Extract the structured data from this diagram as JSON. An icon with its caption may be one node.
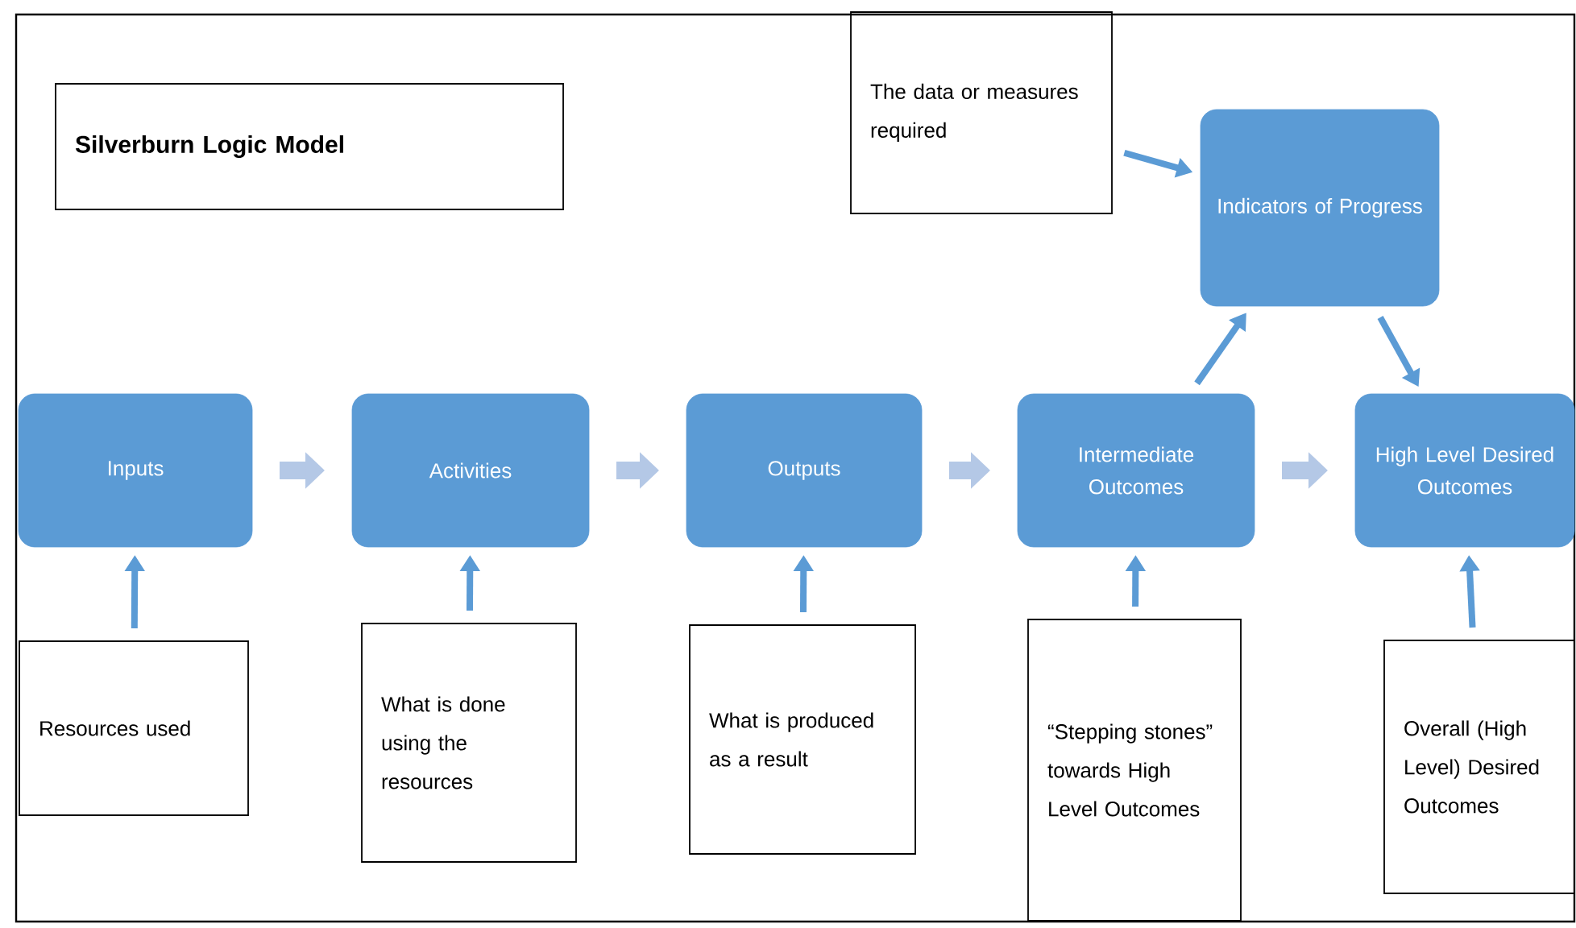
{
  "diagram": {
    "nodes": [
      {
        "text": [
          "Silverburn Logic Model"
        ]
      },
      {
        "text": [
          "The data or measures required"
        ]
      },
      {
        "text": [
          "Indicators of Progress"
        ]
      },
      {
        "text": [
          "Inputs"
        ]
      },
      {
        "text": [
          "Activities"
        ]
      },
      {
        "text": [
          "Outputs"
        ]
      },
      {
        "text": [
          "Intermediate Outcomes"
        ]
      },
      {
        "text": [
          "High Level Desired Outcomes"
        ]
      },
      {
        "text": [
          "Resources used"
        ]
      },
      {
        "text": [
          "What is done using the resources"
        ]
      },
      {
        "text": [
          "What is produced as a result"
        ]
      },
      {
        "text": [
          "“Stepping stones” towards High Level Outcomes"
        ]
      },
      {
        "text": [
          "Overall (High Level) Desired Outcomes"
        ]
      }
    ],
    "edges": [
      {
        "from": 1,
        "to": 2,
        "arrow": "to"
      },
      {
        "from": 6,
        "to": 2,
        "arrow": "to"
      },
      {
        "from": 2,
        "to": 7,
        "arrow": "to"
      },
      {
        "from": 3,
        "to": 4,
        "arrow": "to",
        "style": "thick",
        "color": "#b4c8e6"
      },
      {
        "from": 4,
        "to": 5,
        "arrow": "to",
        "style": "thick",
        "color": "#b4c8e6"
      },
      {
        "from": 5,
        "to": 6,
        "arrow": "to",
        "style": "thick",
        "color": "#b4c8e6"
      },
      {
        "from": 6,
        "to": 7,
        "arrow": "to",
        "style": "thick",
        "color": "#b4c8e6"
      },
      {
        "from": 8,
        "to": 3,
        "arrow": "to"
      },
      {
        "from": 9,
        "to": 4,
        "arrow": "to"
      },
      {
        "from": 10,
        "to": 5,
        "arrow": "to"
      },
      {
        "from": 11,
        "to": 6,
        "arrow": "to"
      },
      {
        "from": 12,
        "to": 7,
        "arrow": "to"
      }
    ]
  }
}
